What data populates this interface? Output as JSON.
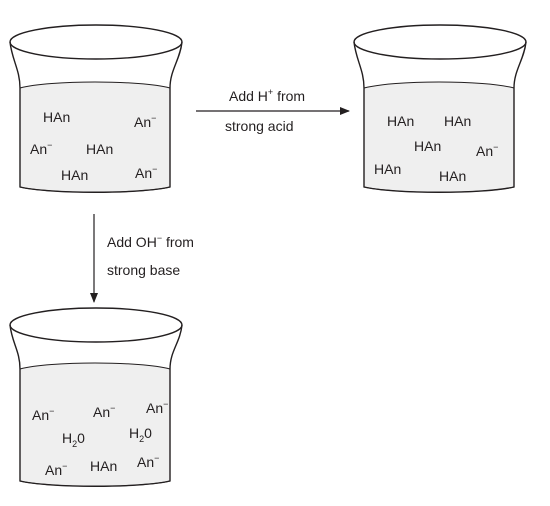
{
  "beakers": {
    "initial": {
      "species": [
        {
          "base": "HAn",
          "sup": "",
          "sub2": ""
        },
        {
          "base": "An",
          "sup": "−",
          "sub2": ""
        },
        {
          "base": "An",
          "sup": "−",
          "sub2": ""
        },
        {
          "base": "HAn",
          "sup": "",
          "sub2": ""
        },
        {
          "base": "HAn",
          "sup": "",
          "sub2": ""
        },
        {
          "base": "An",
          "sup": "−",
          "sub2": ""
        }
      ]
    },
    "acid": {
      "species": [
        {
          "base": "HAn",
          "sup": "",
          "sub2": ""
        },
        {
          "base": "HAn",
          "sup": "",
          "sub2": ""
        },
        {
          "base": "HAn",
          "sup": "",
          "sub2": ""
        },
        {
          "base": "An",
          "sup": "−",
          "sub2": ""
        },
        {
          "base": "HAn",
          "sup": "",
          "sub2": ""
        },
        {
          "base": "HAn",
          "sup": "",
          "sub2": ""
        }
      ]
    },
    "base": {
      "species": [
        {
          "base": "An",
          "sup": "−",
          "sub2": ""
        },
        {
          "base": "An",
          "sup": "−",
          "sub2": ""
        },
        {
          "base": "An",
          "sup": "−",
          "sub2": ""
        },
        {
          "base": "H",
          "sup": "",
          "sub2": "2",
          "tail": "0"
        },
        {
          "base": "H",
          "sup": "",
          "sub2": "2",
          "tail": "0"
        },
        {
          "base": "An",
          "sup": "−",
          "sub2": ""
        },
        {
          "base": "HAn",
          "sup": "",
          "sub2": ""
        },
        {
          "base": "An",
          "sup": "−",
          "sub2": ""
        }
      ]
    }
  },
  "arrows": {
    "acid": {
      "line1_pre": "Add H",
      "line1_sup": "+",
      "line1_post": " from",
      "line2": "strong acid"
    },
    "base": {
      "line1_pre": "Add OH",
      "line1_sup": "−",
      "line1_post": " from",
      "line2": "strong base"
    }
  }
}
